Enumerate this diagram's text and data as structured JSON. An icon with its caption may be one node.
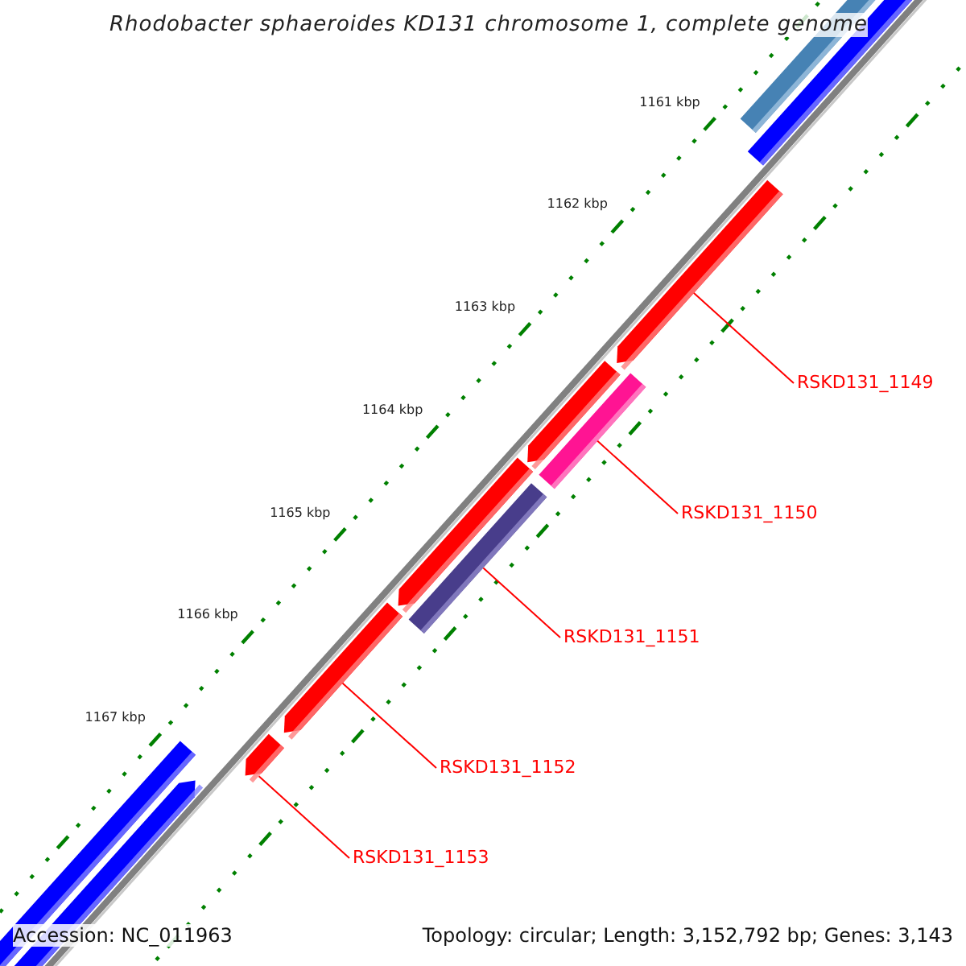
{
  "diagram": {
    "title": "Rhodobacter sphaeroides KD131 chromosome 1, complete genome",
    "nodes": [
      {
        "text": [
          "RSKD131_1149"
        ]
      },
      {
        "text": [
          "RSKD131_1150"
        ]
      },
      {
        "text": [
          "RSKD131_1151"
        ]
      },
      {
        "text": [
          "RSKD131_1152"
        ]
      },
      {
        "text": [
          "RSKD131_1153"
        ]
      },
      {
        "text": [],
        "shape": "arrow"
      },
      {
        "text": [],
        "shape": "bar"
      },
      {
        "text": [],
        "shape": "bar"
      },
      {
        "text": [],
        "shape": "arrow"
      },
      {
        "text": [],
        "shape": "arrow"
      }
    ],
    "edges": [
      {
        "from": 0,
        "to": 5,
        "arrow": "none"
      },
      {
        "from": 1,
        "to": 6,
        "arrow": "none"
      },
      {
        "from": 2,
        "to": 7,
        "arrow": "none"
      },
      {
        "from": 3,
        "to": 8,
        "arrow": "none"
      },
      {
        "from": 4,
        "to": 9,
        "arrow": "none"
      }
    ],
    "labels": [
      "1161 kbp",
      "1162 kbp",
      "1163 kbp",
      "1164 kbp",
      "1165 kbp",
      "1166 kbp",
      "1167 kbp",
      "Accession: NC_011963",
      "Topology: circular; Length: 3,152,792 bp; Genes: 3,143"
    ]
  }
}
